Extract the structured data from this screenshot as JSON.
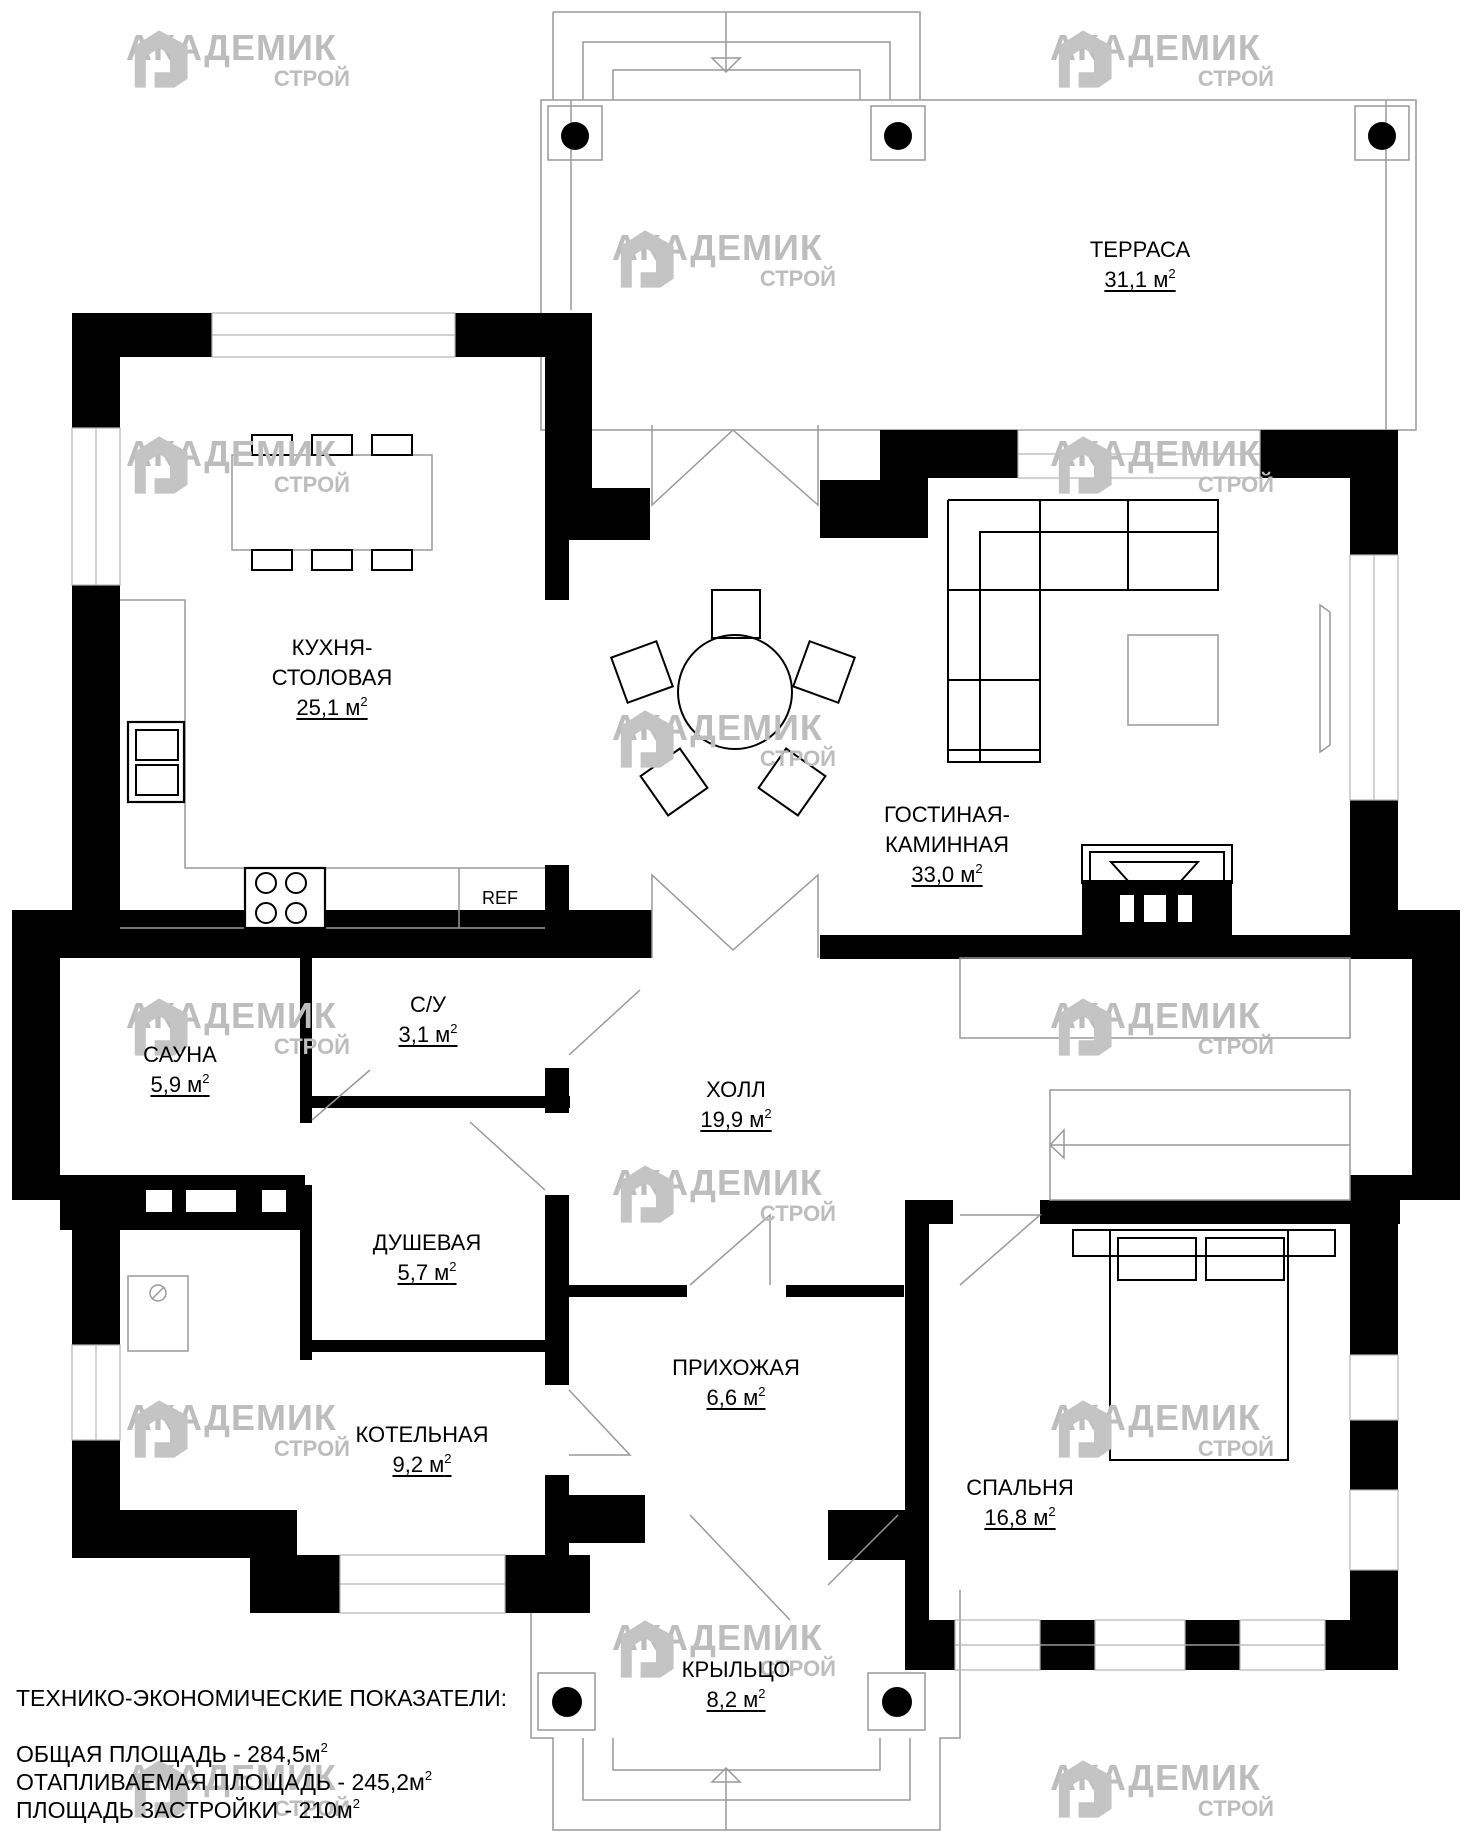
{
  "watermark": {
    "line1": "АКАДЕМИК",
    "line2": "СТРОЙ",
    "color": "#bdbdbd",
    "icon": "house-logo-icon"
  },
  "rooms": {
    "terrace": {
      "name": "ТЕРРАСА",
      "area": "31,1 м",
      "sup": "2"
    },
    "kitchen": {
      "name1": "КУХНЯ-",
      "name2": "СТОЛОВАЯ",
      "area": "25,1 м",
      "sup": "2"
    },
    "living": {
      "name1": "ГОСТИНАЯ-",
      "name2": "КАМИННАЯ",
      "area": "33,0 м",
      "sup": "2"
    },
    "wc": {
      "name": "С/У",
      "area": "3,1 м",
      "sup": "2"
    },
    "sauna": {
      "name": "САУНА",
      "area": "5,9 м",
      "sup": "2"
    },
    "hall": {
      "name": "ХОЛЛ",
      "area": "19,9 м",
      "sup": "2"
    },
    "shower": {
      "name": "ДУШЕВАЯ",
      "area": "5,7 м",
      "sup": "2"
    },
    "entry": {
      "name": "ПРИХОЖАЯ",
      "area": "6,6 м",
      "sup": "2"
    },
    "boiler": {
      "name": "КОТЕЛЬНАЯ",
      "area": "9,2 м",
      "sup": "2"
    },
    "bedroom": {
      "name": "СПАЛЬНЯ",
      "area": "16,8 м",
      "sup": "2"
    },
    "porch": {
      "name": "КРЫЛЬЦО",
      "area": "8,2 м",
      "sup": "2"
    }
  },
  "fixtures": {
    "fridge_label": "REF"
  },
  "indicators": {
    "title": "ТЕХНИКО-ЭКОНОМИЧЕСКИЕ ПОКАЗАТЕЛИ:",
    "total": "ОБЩАЯ ПЛОЩАДЬ - 284,5м",
    "heated": "ОТАПЛИВАЕМАЯ ПЛОЩАДЬ - 245,2м",
    "built": "ПЛОЩАДЬ ЗАСТРОЙКИ - 210м",
    "sup": "2"
  }
}
